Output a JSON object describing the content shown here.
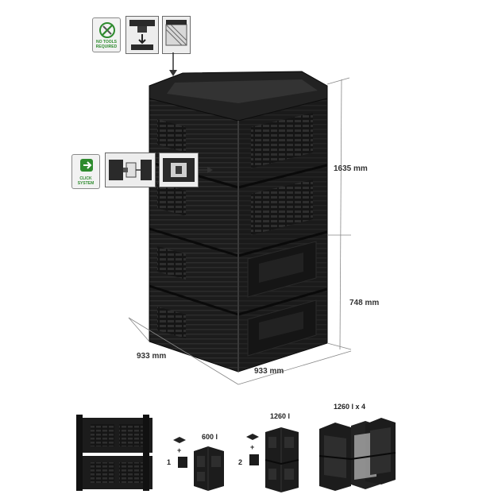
{
  "colors": {
    "bin_body": "#1c1c1c",
    "bin_dark": "#0e0e0e",
    "bin_highlight": "#3a3a3a",
    "dimension_line": "#888888",
    "icon_green": "#2e8b2e"
  },
  "icons": {
    "no_tools": {
      "icon": "crossed-tools-icon",
      "text": "NO TOOLS REQUIRED"
    },
    "click_system": {
      "icon": "click-arrow-icon",
      "text": "CLICK SYSTEM"
    }
  },
  "dimensions": {
    "height_total": "1635 mm",
    "height_module": "748 mm",
    "depth": "933 mm",
    "width": "933 mm"
  },
  "variants": {
    "step1_number": "1",
    "step1_capacity": "600 l",
    "step2_number": "2",
    "step2_capacity": "1260 l",
    "quad_capacity": "1260 l x 4"
  }
}
